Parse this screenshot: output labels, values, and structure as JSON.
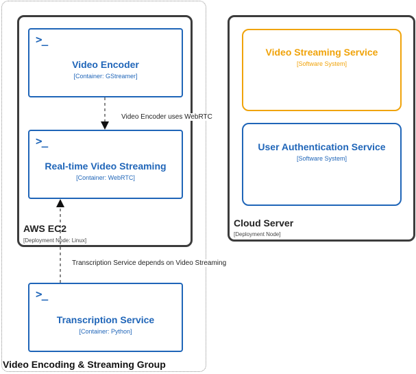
{
  "group": {
    "title": "Video Encoding & Streaming Group"
  },
  "aws_node": {
    "title": "AWS EC2",
    "subtitle": "[Deployment Node: Linux]"
  },
  "cloud_node": {
    "title": "Cloud Server",
    "subtitle": "[Deployment Node]"
  },
  "containers": {
    "video_encoder": {
      "icon": ">_",
      "title": "Video Encoder",
      "subtitle": "[Container: GStreamer]"
    },
    "realtime_streaming": {
      "icon": ">_",
      "title": "Real-time Video Streaming",
      "subtitle": "[Container: WebRTC]"
    },
    "transcription": {
      "icon": ">_",
      "title": "Transcription Service",
      "subtitle": "[Container: Python]"
    }
  },
  "systems": {
    "video_streaming": {
      "title": "Video Streaming Service",
      "subtitle": "[Software System]"
    },
    "user_auth": {
      "title": "User Authentication Service",
      "subtitle": "[Software System]"
    }
  },
  "relations": {
    "encoder_to_streaming": "Video Encoder uses WebRTC",
    "transcription_to_streaming": "Transcription Service depends on Video Streaming"
  },
  "colors": {
    "container_blue": "#1f65b8",
    "highlight_orange": "#f0a30a",
    "node_border": "#3c3c3c"
  }
}
